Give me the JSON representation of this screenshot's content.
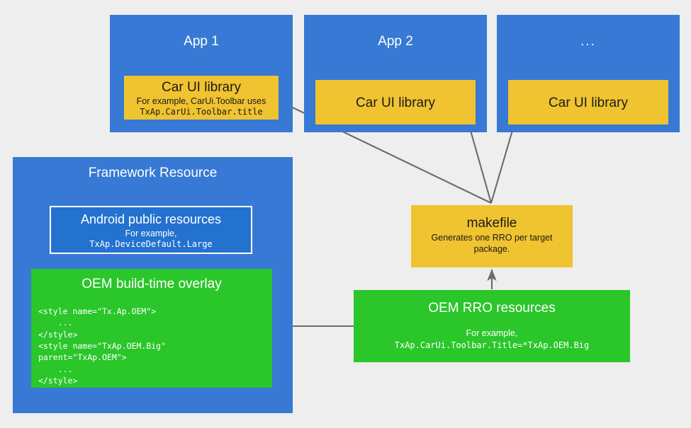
{
  "diagram": {
    "background_color": "#eeeeee",
    "palette": {
      "blue": "#3779d4",
      "blue_dark": "#2472d0",
      "yellow": "#f0c330",
      "green": "#2ac62a",
      "arrow": "#6b6b6b",
      "text_light": "#ffffff",
      "text_dark": "#1a1a1a"
    },
    "apps": [
      {
        "title": "App 1",
        "library_title": "Car UI library",
        "library_subtitle": "For example, CarUi.Toolbar uses",
        "library_code": "TxAp.CarUi.Toolbar.title"
      },
      {
        "title": "App 2",
        "library_title": "Car UI library",
        "library_subtitle": "",
        "library_code": ""
      },
      {
        "title": "...",
        "library_title": "Car UI library",
        "library_subtitle": "",
        "library_code": ""
      }
    ],
    "framework": {
      "title": "Framework Resource",
      "public_resources": {
        "title": "Android public resources",
        "subtitle": "For example,",
        "code": "TxAp.DeviceDefault.Large"
      },
      "build_overlay": {
        "title": "OEM build-time overlay",
        "code": "<style name=\"Tx.Ap.OEM\">\n    ...\n</style>\n<style name=\"TxAp.OEM.Big\"\nparent=\"TxAp.OEM\">\n    ...\n</style>"
      }
    },
    "makefile": {
      "title": "makefile",
      "subtitle": "Generates one RRO per target package."
    },
    "rro": {
      "title": "OEM RRO resources",
      "subtitle": "For example,",
      "code": "TxAp.CarUi.Toolbar.Title=*TxAp.OEM.Big"
    }
  }
}
